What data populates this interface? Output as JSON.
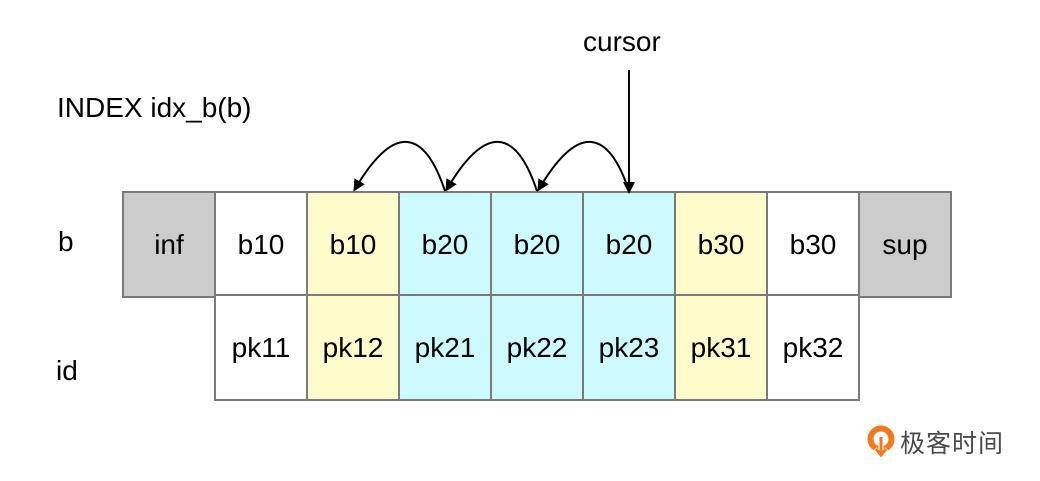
{
  "title": "INDEX idx_b(b)",
  "row_labels": {
    "b": "b",
    "id": "id"
  },
  "cursor_label": "cursor",
  "colors": {
    "gray": "#cccccc",
    "white": "#ffffff",
    "yellow": "#fffccc",
    "cyan": "#ccfafe",
    "border": "#7a7a7a",
    "logo_orange": "#f07a1c",
    "logo_text": "#4a4a4a"
  },
  "b_row": [
    {
      "text": "inf",
      "color": "gray"
    },
    {
      "text": "b10",
      "color": "white"
    },
    {
      "text": "b10",
      "color": "yellow"
    },
    {
      "text": "b20",
      "color": "cyan"
    },
    {
      "text": "b20",
      "color": "cyan"
    },
    {
      "text": "b20",
      "color": "cyan"
    },
    {
      "text": "b30",
      "color": "yellow"
    },
    {
      "text": "b30",
      "color": "white"
    },
    {
      "text": "sup",
      "color": "gray"
    }
  ],
  "id_row": [
    {
      "col": 1,
      "text": "pk11",
      "color": "white"
    },
    {
      "col": 2,
      "text": "pk12",
      "color": "yellow"
    },
    {
      "col": 3,
      "text": "pk21",
      "color": "cyan"
    },
    {
      "col": 4,
      "text": "pk22",
      "color": "cyan"
    },
    {
      "col": 5,
      "text": "pk23",
      "color": "cyan"
    },
    {
      "col": 6,
      "text": "pk31",
      "color": "yellow"
    },
    {
      "col": 7,
      "text": "pk32",
      "color": "white"
    }
  ],
  "cursor_target_col": 5,
  "hops": [
    {
      "from_col": 5,
      "to_col": 4
    },
    {
      "from_col": 4,
      "to_col": 3
    },
    {
      "from_col": 3,
      "to_col": 2
    }
  ],
  "logo": {
    "text": "极客时间",
    "icon": "geektime-logo-icon"
  }
}
